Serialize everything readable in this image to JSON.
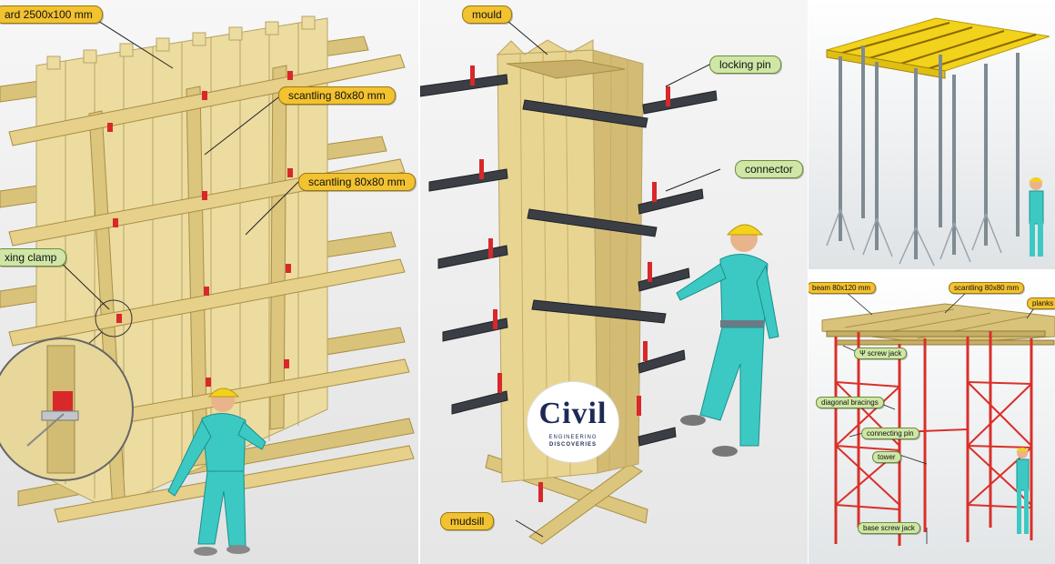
{
  "panel_a": {
    "labels": {
      "board": "ard 2500x100 mm",
      "scantling_1": "scantling 80x80 mm",
      "scantling_2": "scantling 80x80 mm",
      "clamp": "xing clamp"
    }
  },
  "panel_b": {
    "labels": {
      "mould": "mould",
      "locking_pin": "locking pin",
      "connector": "connector",
      "mudsill": "mudsill"
    },
    "logo": {
      "word": "Civil",
      "line1": "ENGINEERING",
      "line2": "DISCOVERIES"
    }
  },
  "panel_d": {
    "labels": {
      "beam": "beam 80x120 mm",
      "scantling": "scantling 80x80 mm",
      "planks": "planks",
      "screw_jack": "Ψ screw jack",
      "diagonal_bracings": "diagonal bracings",
      "connecting_pin": "connecting pin",
      "tower": "tower",
      "base_screw_jack": "base screw jack"
    }
  },
  "colors": {
    "label_yellow": "#f2c230",
    "label_green": "#cfe6a6",
    "timber": "#e3cf8a",
    "steel": "#b8c2c8",
    "scaffold_red": "#d9302a",
    "worker_cyan": "#3cc9c4",
    "helmet_yellow": "#f3d21c"
  }
}
